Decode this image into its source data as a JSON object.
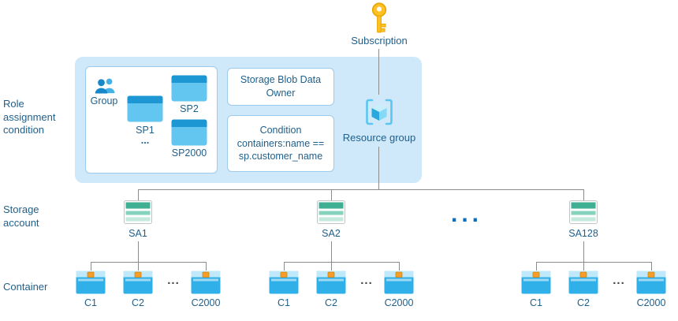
{
  "subscription_label": "Subscription",
  "resource_group_label": "Resource group",
  "side": {
    "role": "Role assignment condition",
    "storage": "Storage account",
    "container": "Container"
  },
  "role_panel": {
    "group_label": "Group",
    "sp1_label": "SP1",
    "sp2_label": "SP2",
    "sp2000_label": "SP2000",
    "role_name": "Storage Blob Data Owner",
    "condition_line1": "Condition",
    "condition_line2": "containers:name ==",
    "condition_line3": "sp.customer_name"
  },
  "sp_ellipsis": "...",
  "accounts_ellipsis": "...",
  "container_ellipsis": "...",
  "groups": [
    {
      "account": "SA1",
      "c1": "C1",
      "c2": "C2",
      "c3": "C2000"
    },
    {
      "account": "SA2",
      "c1": "C1",
      "c2": "C2",
      "c3": "C2000"
    },
    {
      "account": "SA128",
      "c1": "C1",
      "c2": "C2",
      "c3": "C2000"
    }
  ]
}
